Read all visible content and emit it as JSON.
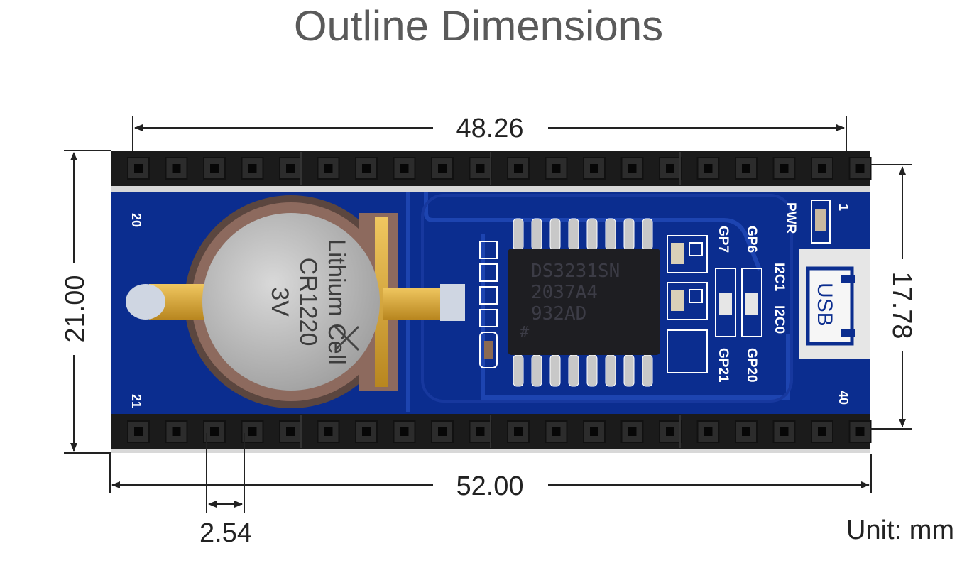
{
  "title": "Outline Dimensions",
  "unit_note": "Unit: mm",
  "dimensions": {
    "top_width": "48.26",
    "bottom_width": "52.00",
    "left_height": "21.00",
    "right_height": "17.78",
    "pin_pitch": "2.54"
  },
  "board": {
    "pin_labels": {
      "top_left": "20",
      "top_right": "1",
      "bottom_left": "21",
      "bottom_right": "40"
    },
    "silkscreen": {
      "pwr": "PWR",
      "gp6": "GP6",
      "gp7": "GP7",
      "gp20": "GP20",
      "gp21": "GP21",
      "i2c1": "I2C1",
      "i2c0": "I2C0",
      "usb": "USB"
    },
    "chip_text": [
      "DS3231SN",
      "2037A4",
      "932AD",
      "#"
    ],
    "battery_text": [
      "Lithium Cell",
      "CR1220",
      "3V"
    ],
    "header_pins_per_row": 20
  },
  "colors": {
    "pcb": "#0a2a8a",
    "pcb_trace": "#1c3fa5",
    "header": "#1c1c1c",
    "gold": "#d6a53a",
    "battery": "#b5b5b5"
  }
}
